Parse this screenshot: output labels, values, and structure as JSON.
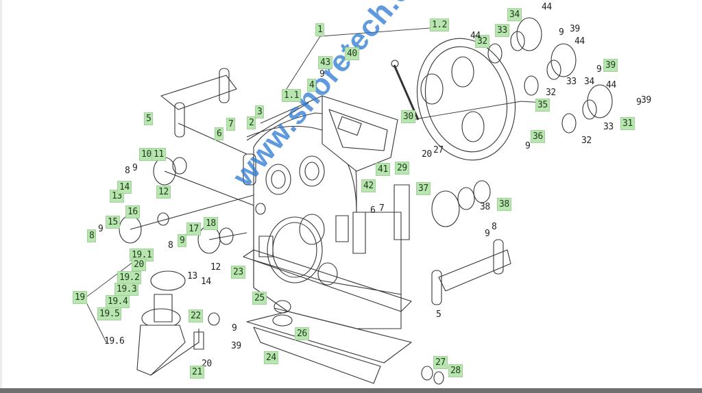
{
  "diagram": {
    "title": "Gearbox exploded parts diagram",
    "watermark": "www.shoretech.cn",
    "colors": {
      "highlight": "#b9e6b0",
      "watermark": "#2878d2",
      "line": "#333333",
      "bottom_bar": "#6f6f6f"
    },
    "callouts": [
      {
        "id": "c1",
        "text": "1",
        "highlight": true
      },
      {
        "id": "c1_1",
        "text": "1.1",
        "highlight": true
      },
      {
        "id": "c1_2",
        "text": "1.2",
        "highlight": true
      },
      {
        "id": "c2",
        "text": "2",
        "highlight": true
      },
      {
        "id": "c3",
        "text": "3",
        "highlight": true
      },
      {
        "id": "c4",
        "text": "4",
        "highlight": true
      },
      {
        "id": "c5a",
        "text": "5",
        "highlight": true
      },
      {
        "id": "c5b",
        "text": "5",
        "highlight": false
      },
      {
        "id": "c6a",
        "text": "6",
        "highlight": true
      },
      {
        "id": "c6b",
        "text": "6",
        "highlight": false
      },
      {
        "id": "c7a",
        "text": "7",
        "highlight": true
      },
      {
        "id": "c7b",
        "text": "7",
        "highlight": false
      },
      {
        "id": "c8a",
        "text": "8",
        "highlight": false
      },
      {
        "id": "c8b",
        "text": "8",
        "highlight": true
      },
      {
        "id": "c8c",
        "text": "8",
        "highlight": false
      },
      {
        "id": "c8d",
        "text": "8",
        "highlight": false
      },
      {
        "id": "c9a",
        "text": "9",
        "highlight": false
      },
      {
        "id": "c9b",
        "text": "9",
        "highlight": false
      },
      {
        "id": "c9c",
        "text": "9",
        "highlight": true
      },
      {
        "id": "c9d",
        "text": "9",
        "highlight": false
      },
      {
        "id": "c9e",
        "text": "9",
        "highlight": false
      },
      {
        "id": "c9f",
        "text": "9",
        "highlight": false
      },
      {
        "id": "c9g",
        "text": "9",
        "highlight": false
      },
      {
        "id": "c9h",
        "text": "9",
        "highlight": false
      },
      {
        "id": "c9i",
        "text": "9",
        "highlight": false
      },
      {
        "id": "c9j",
        "text": "9",
        "highlight": false
      },
      {
        "id": "c10",
        "text": "10",
        "highlight": true
      },
      {
        "id": "c11",
        "text": "11",
        "highlight": true
      },
      {
        "id": "c12a",
        "text": "12",
        "highlight": true
      },
      {
        "id": "c12b",
        "text": "12",
        "highlight": false
      },
      {
        "id": "c13a",
        "text": "13",
        "highlight": true
      },
      {
        "id": "c13b",
        "text": "13",
        "highlight": false
      },
      {
        "id": "c14a",
        "text": "14",
        "highlight": true
      },
      {
        "id": "c14b",
        "text": "14",
        "highlight": false
      },
      {
        "id": "c15",
        "text": "15",
        "highlight": true
      },
      {
        "id": "c16",
        "text": "16",
        "highlight": true
      },
      {
        "id": "c17",
        "text": "17",
        "highlight": true
      },
      {
        "id": "c18",
        "text": "18",
        "highlight": true
      },
      {
        "id": "c19",
        "text": "19",
        "highlight": true
      },
      {
        "id": "c19_1",
        "text": "19.1",
        "highlight": true
      },
      {
        "id": "c19_2",
        "text": "19.2",
        "highlight": true
      },
      {
        "id": "c19_3",
        "text": "19.3",
        "highlight": true
      },
      {
        "id": "c19_4",
        "text": "19.4",
        "highlight": true
      },
      {
        "id": "c19_5",
        "text": "19.5",
        "highlight": true
      },
      {
        "id": "c19_6",
        "text": "19.6",
        "highlight": false
      },
      {
        "id": "c20a",
        "text": "20",
        "highlight": true
      },
      {
        "id": "c20b",
        "text": "20",
        "highlight": false
      },
      {
        "id": "c20c",
        "text": "20",
        "highlight": false
      },
      {
        "id": "c21",
        "text": "21",
        "highlight": true
      },
      {
        "id": "c22",
        "text": "22",
        "highlight": true
      },
      {
        "id": "c23",
        "text": "23",
        "highlight": true
      },
      {
        "id": "c24",
        "text": "24",
        "highlight": true
      },
      {
        "id": "c25",
        "text": "25",
        "highlight": true
      },
      {
        "id": "c26",
        "text": "26",
        "highlight": true
      },
      {
        "id": "c27a",
        "text": "27",
        "highlight": false
      },
      {
        "id": "c27b",
        "text": "27",
        "highlight": true
      },
      {
        "id": "c28",
        "text": "28",
        "highlight": true
      },
      {
        "id": "c29",
        "text": "29",
        "highlight": true
      },
      {
        "id": "c30",
        "text": "30",
        "highlight": true
      },
      {
        "id": "c31",
        "text": "31",
        "highlight": true
      },
      {
        "id": "c32a",
        "text": "32",
        "highlight": true
      },
      {
        "id": "c32b",
        "text": "32",
        "highlight": false
      },
      {
        "id": "c32c",
        "text": "32",
        "highlight": false
      },
      {
        "id": "c33a",
        "text": "33",
        "highlight": true
      },
      {
        "id": "c33b",
        "text": "33",
        "highlight": false
      },
      {
        "id": "c33c",
        "text": "33",
        "highlight": false
      },
      {
        "id": "c34a",
        "text": "34",
        "highlight": true
      },
      {
        "id": "c34b",
        "text": "34",
        "highlight": false
      },
      {
        "id": "c35",
        "text": "35",
        "highlight": true
      },
      {
        "id": "c36",
        "text": "36",
        "highlight": true
      },
      {
        "id": "c37",
        "text": "37",
        "highlight": true
      },
      {
        "id": "c38a",
        "text": "38",
        "highlight": false
      },
      {
        "id": "c38b",
        "text": "38",
        "highlight": true
      },
      {
        "id": "c39a",
        "text": "39",
        "highlight": false
      },
      {
        "id": "c39b",
        "text": "39",
        "highlight": true
      },
      {
        "id": "c39c",
        "text": "39",
        "highlight": false
      },
      {
        "id": "c39d",
        "text": "39",
        "highlight": false
      },
      {
        "id": "c40",
        "text": "40",
        "highlight": true
      },
      {
        "id": "c41",
        "text": "41",
        "highlight": true
      },
      {
        "id": "c42",
        "text": "42",
        "highlight": true
      },
      {
        "id": "c43",
        "text": "43",
        "highlight": true
      },
      {
        "id": "c44a",
        "text": "44",
        "highlight": false
      },
      {
        "id": "c44b",
        "text": "44",
        "highlight": false
      },
      {
        "id": "c44c",
        "text": "44",
        "highlight": false
      },
      {
        "id": "c44d",
        "text": "44",
        "highlight": false
      }
    ]
  }
}
